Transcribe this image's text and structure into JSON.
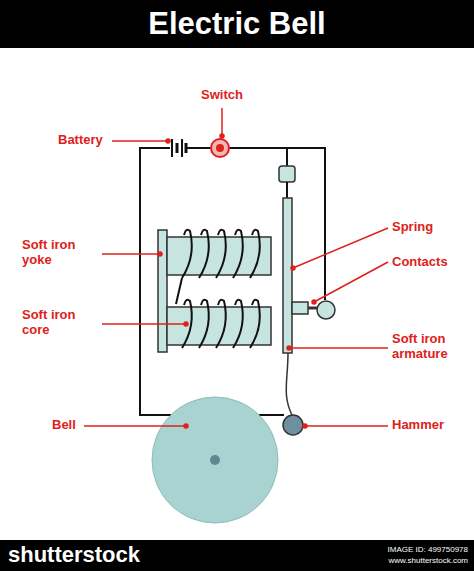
{
  "diagram": {
    "title": "Electric Bell",
    "labels": [
      "Switch",
      "Battery",
      "Soft iron yoke",
      "Soft iron core",
      "Bell",
      "Spring",
      "Contacts",
      "Soft iron armature",
      "Hammer",
      "shutterstock",
      "IMAGE ID: 499750978",
      "www.shutterstock.com"
    ]
  }
}
